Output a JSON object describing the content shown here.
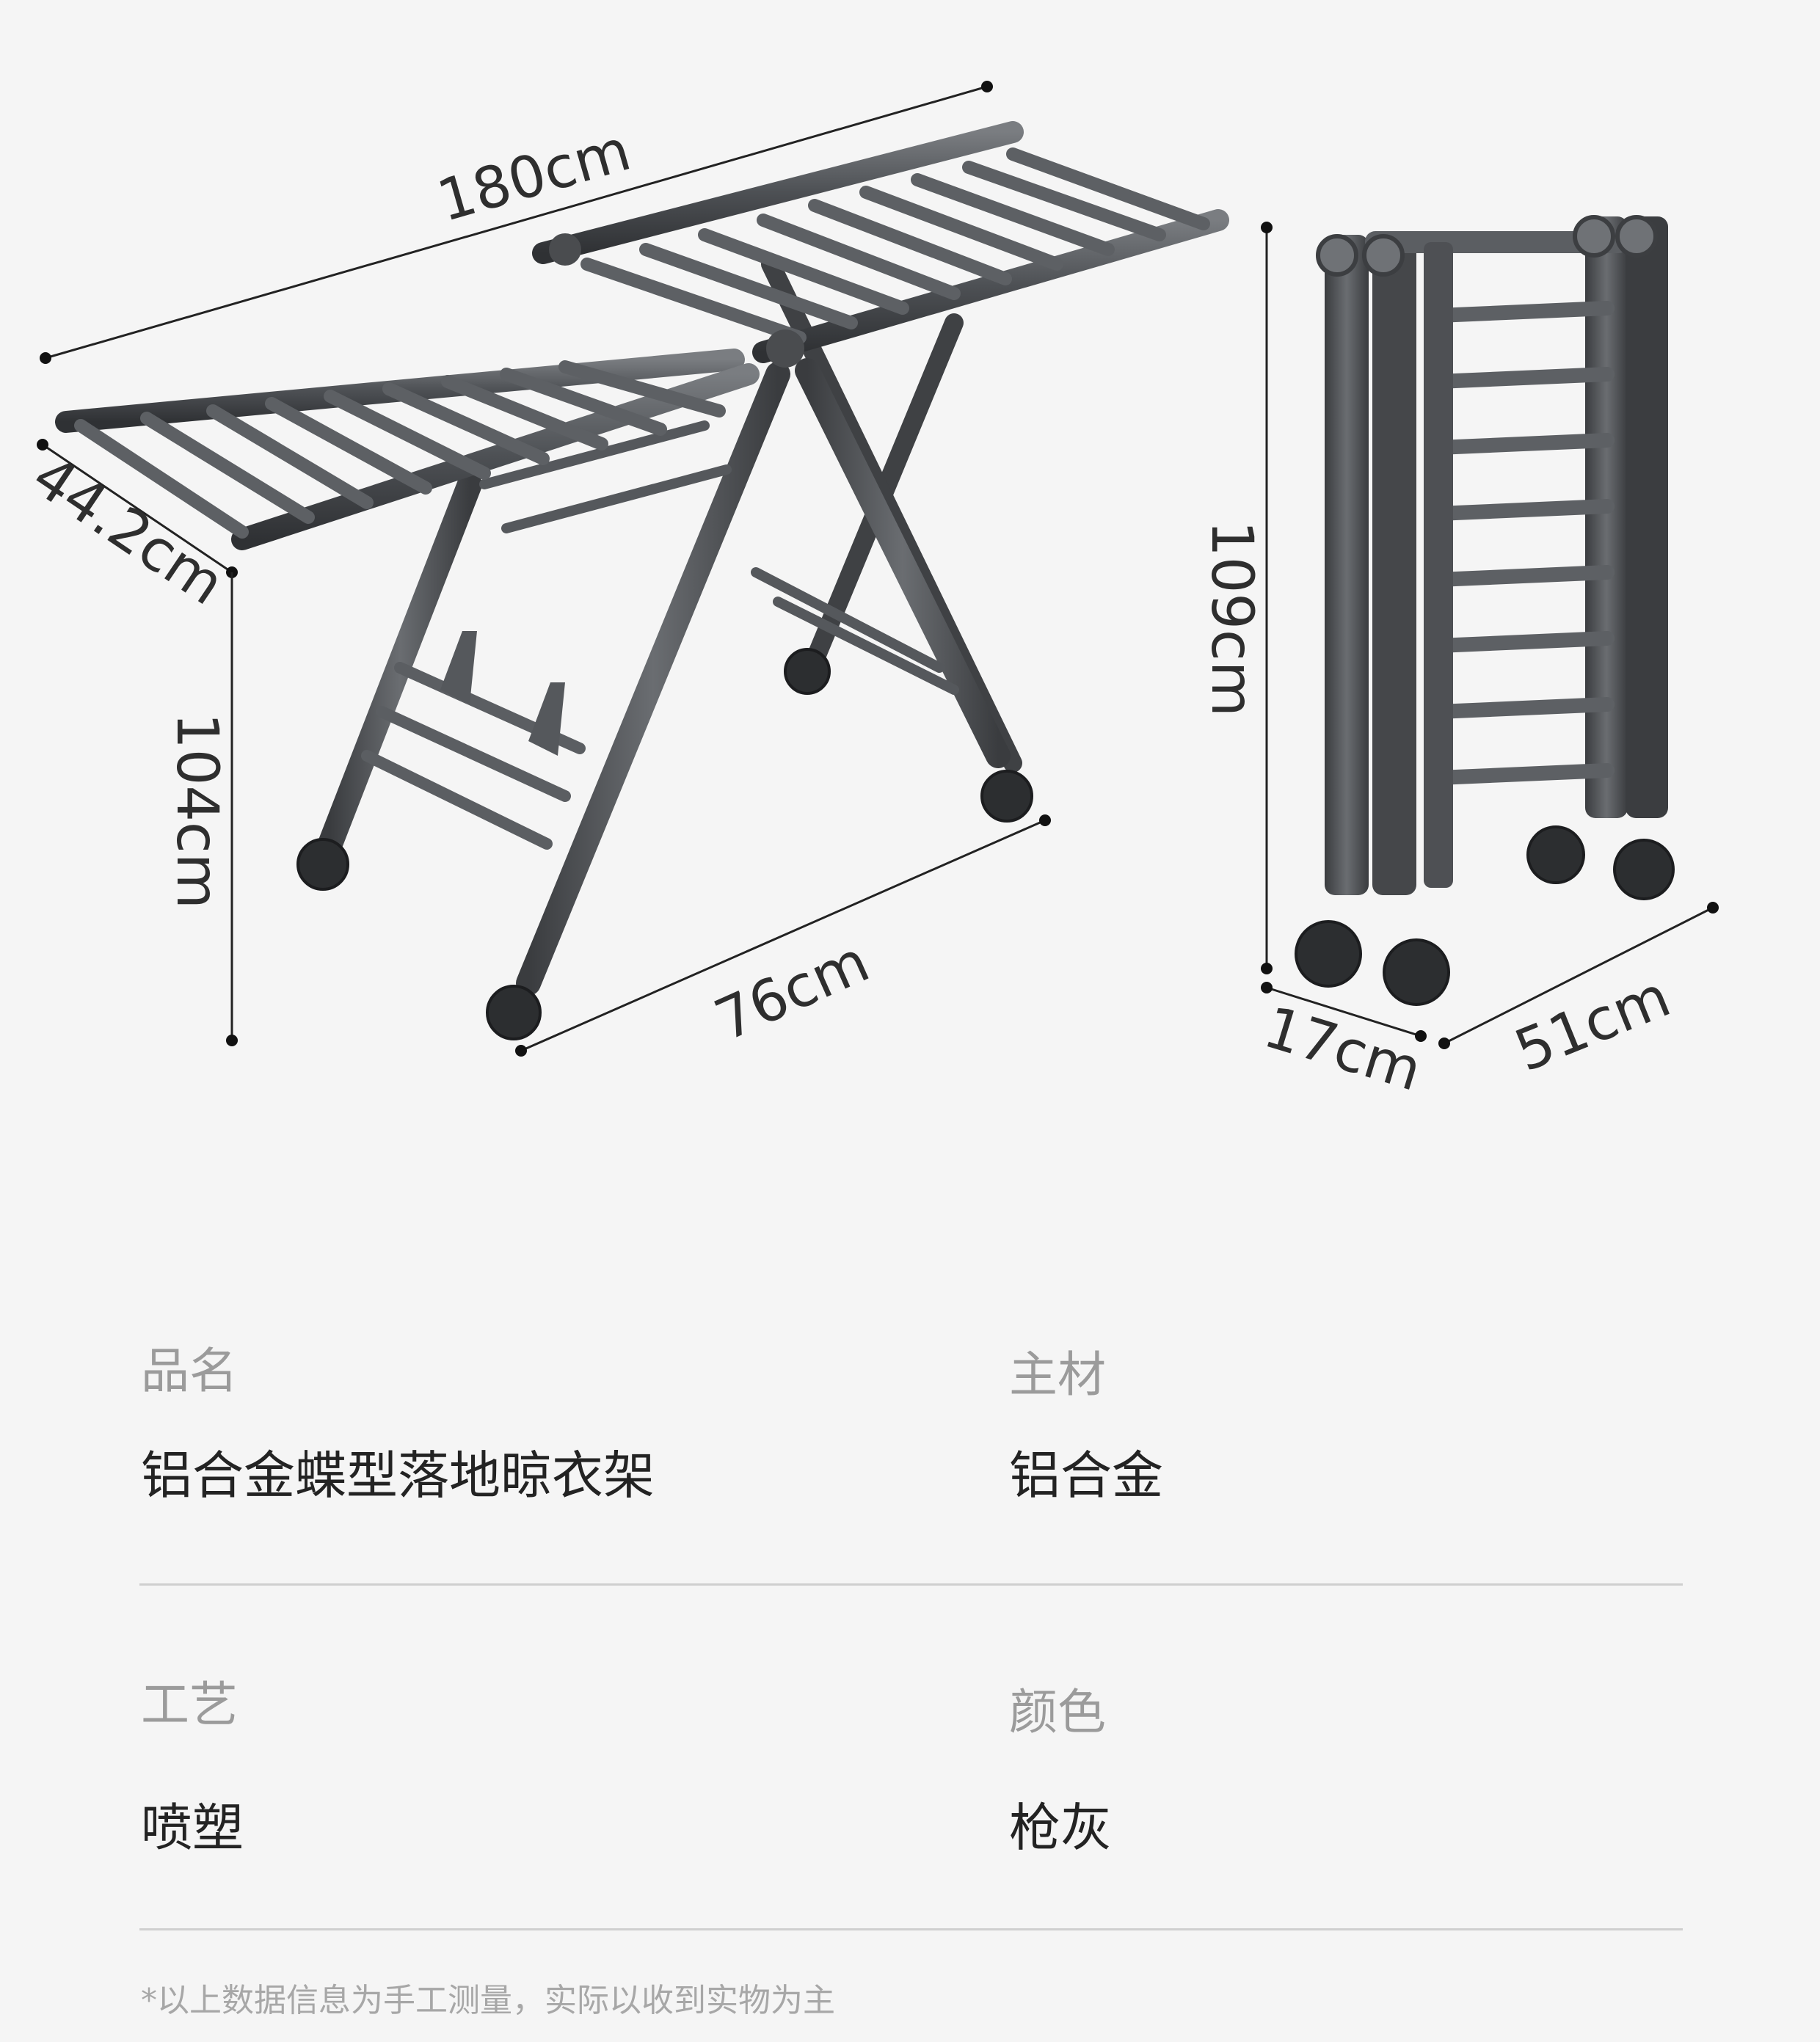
{
  "dimensions": {
    "length": "180cm",
    "width": "44.2cm",
    "height": "104cm",
    "base_width": "76cm",
    "folded_height": "109cm",
    "folded_thickness": "17cm",
    "folded_width": "51cm"
  },
  "specs": [
    {
      "label": "品名",
      "value": "铝合金蝶型落地晾衣架"
    },
    {
      "label": "主材",
      "value": "铝合金"
    },
    {
      "label": "工艺",
      "value": "喷塑"
    },
    {
      "label": "颜色",
      "value": "枪灰"
    }
  ],
  "footnote": "*以上数据信息为手工测量，实际以收到实物为主",
  "colors": {
    "background": "#f5f5f5",
    "frame": "#4a4c4f",
    "frame_light": "#6b6e72",
    "label_text": "#9b9b9b",
    "value_text": "#232323",
    "divider": "#cfcfcf"
  }
}
